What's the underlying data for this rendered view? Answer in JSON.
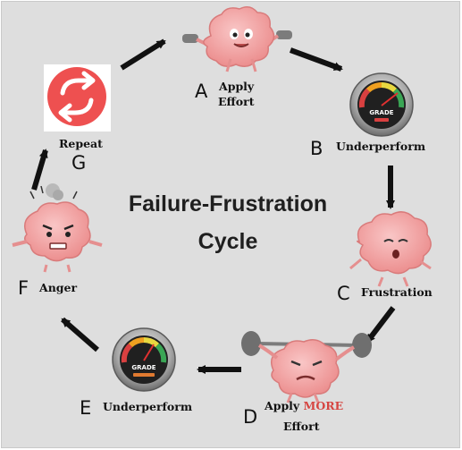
{
  "title_line1": "Failure-Frustration",
  "title_line2": "Cycle",
  "nodes": {
    "a": {
      "letter": "A",
      "line1": "Apply",
      "line2": "Effort"
    },
    "b": {
      "letter": "B",
      "label": "Underperform"
    },
    "c": {
      "letter": "C",
      "label": "Frustration"
    },
    "d": {
      "letter": "D",
      "prefix": "Apply ",
      "highlight": "MORE",
      "line2": "Effort"
    },
    "e": {
      "letter": "E",
      "label": "Underperform"
    },
    "f": {
      "letter": "F",
      "label": "Anger"
    },
    "g": {
      "letter": "G",
      "label": "Repeat"
    }
  },
  "gauge_text": "GRADE",
  "colors": {
    "brain": "#f2a0a0",
    "repeat_icon": "#ee5050",
    "arrow": "#111111",
    "highlight": "#d64541"
  },
  "icons": [
    "brain-lifting-dumbbells-icon",
    "grade-gauge-icon",
    "brain-frustrated-icon",
    "brain-straining-barbell-icon",
    "brain-angry-icon",
    "repeat-icon"
  ]
}
